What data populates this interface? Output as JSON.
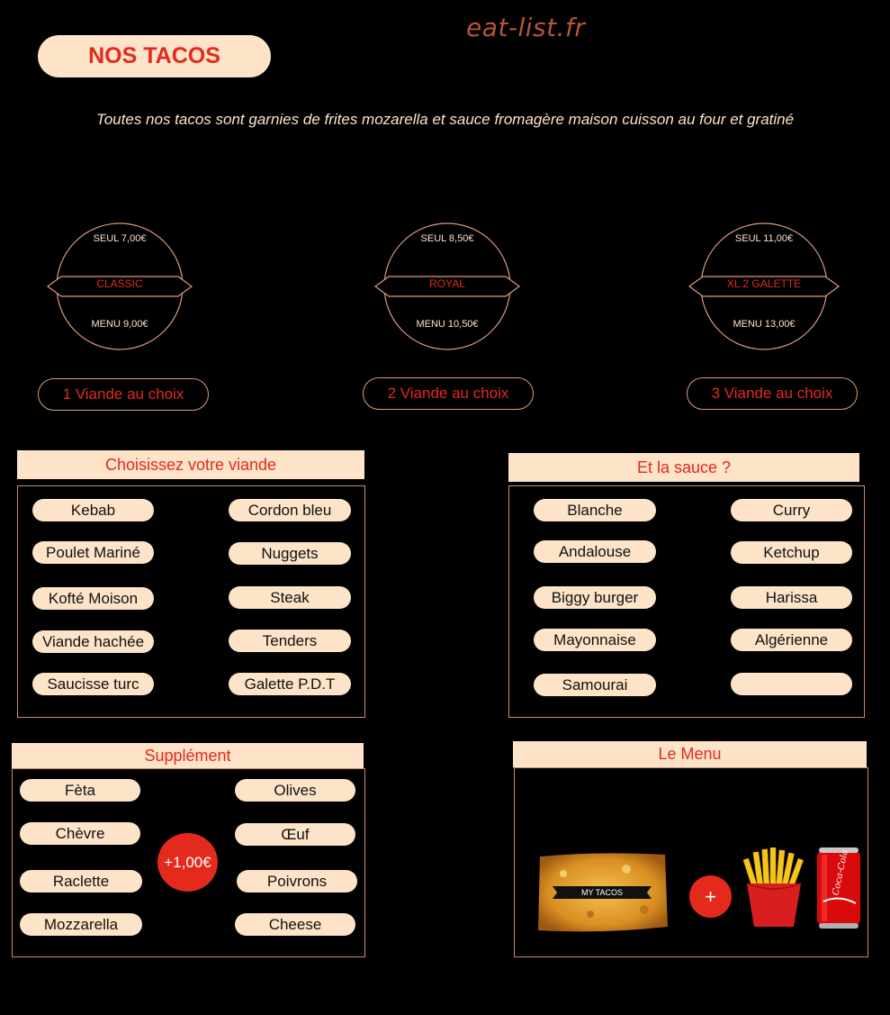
{
  "watermark": "eat-list.fr",
  "title": "NOS TACOS",
  "subtitle": "Toutes nos tacos sont garnies de frites mozarella et sauce fromagère maison cuisson au four et gratiné",
  "tacos": [
    {
      "name": "CLASSIC",
      "seul": "SEUL 7,00€",
      "menu": "MENU 9,00€",
      "viande": "1 Viande au choix"
    },
    {
      "name": "ROYAL",
      "seul": "SEUL 8,50€",
      "menu": "MENU 10,50€",
      "viande": "2 Viande au choix"
    },
    {
      "name": "XL 2 GALETTE",
      "seul": "SEUL 11,00€",
      "menu": "MENU 13,00€",
      "viande": "3 Viande au choix"
    }
  ],
  "viande": {
    "header": "Choisissez votre viande",
    "left": [
      "Kebab",
      "Poulet Mariné",
      "Kofté Moison",
      "Viande hachée",
      "Saucisse turc"
    ],
    "right": [
      "Cordon bleu",
      "Nuggets",
      "Steak",
      "Tenders",
      "Galette P.D.T"
    ]
  },
  "sauce": {
    "header": "Et la sauce ?",
    "left": [
      "Blanche",
      "Andalouse",
      "Biggy burger",
      "Mayonnaise",
      "Samourai"
    ],
    "right": [
      "Curry",
      "Ketchup",
      "Harissa",
      "Algérienne",
      ""
    ]
  },
  "supplement": {
    "header": "Supplément",
    "left": [
      "Fèta",
      "Chèvre",
      "Raclette",
      "Mozzarella"
    ],
    "right": [
      "Olives",
      "Œuf",
      "Poivrons",
      "Cheese"
    ],
    "price": "+1,00€"
  },
  "menu": {
    "header": "Le Menu",
    "tacos_label": "MY TACOS",
    "plus": "+",
    "can_text": "Coca-Cola"
  },
  "colors": {
    "accent": "#e32a1d",
    "cream": "#fde3c8",
    "border": "#c98b72"
  }
}
